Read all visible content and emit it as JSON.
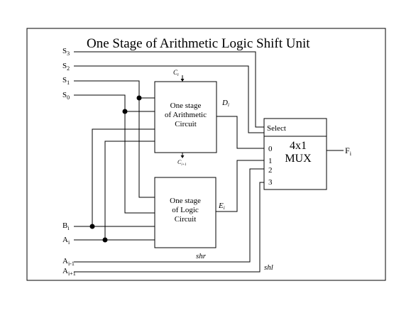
{
  "title": "One Stage of Arithmetic Logic Shift Unit",
  "inputs": {
    "s3": {
      "base": "S",
      "sub": "3"
    },
    "s2": {
      "base": "S",
      "sub": "2"
    },
    "s1": {
      "base": "S",
      "sub": "1"
    },
    "s0": {
      "base": "S",
      "sub": "0"
    },
    "bi": {
      "base": "B",
      "sub": "i"
    },
    "ai": {
      "base": "A",
      "sub": "i"
    },
    "a_im1": {
      "base": "A",
      "sub": "i-1"
    },
    "a_ip1": {
      "base": "A",
      "sub": "i+1"
    }
  },
  "arith_block": {
    "lines": [
      "One stage",
      "of Arithmetic",
      "Circuit"
    ]
  },
  "logic_block": {
    "lines": [
      "One stage",
      "of Logic",
      "Circuit"
    ]
  },
  "mux": {
    "select_label": "Select",
    "name_line1": "4x1",
    "name_line2": "MUX",
    "ports": [
      "0",
      "1",
      "2",
      "3"
    ]
  },
  "signals": {
    "ci": {
      "base": "C",
      "sub": "i"
    },
    "ci1": {
      "base": "C",
      "sub": "i+1"
    },
    "di": {
      "base": "D",
      "sub": "i"
    },
    "ei": {
      "base": "E",
      "sub": "i"
    },
    "fi": {
      "base": "F",
      "sub": "i"
    },
    "shr": "shr",
    "shl": "shl"
  }
}
